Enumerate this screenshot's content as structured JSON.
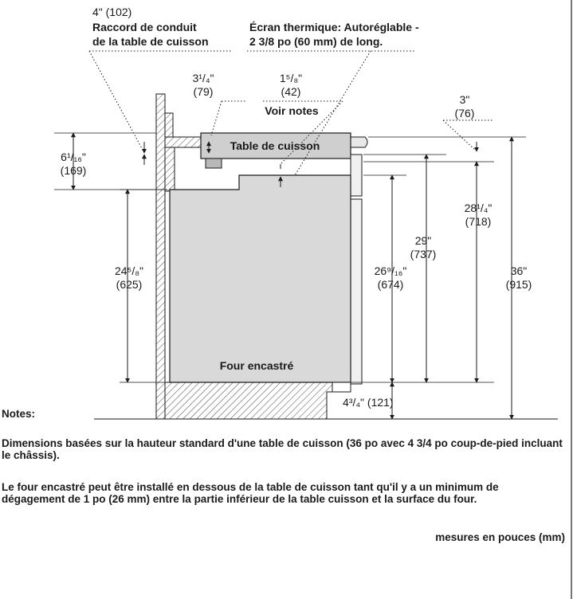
{
  "callouts": {
    "duct_dim": "4\" (102)",
    "duct_line1": "Raccord de conduit",
    "duct_line2": "de la table de cuisson",
    "shield_line1": "Écran thermique: Autoréglable -",
    "shield_line2": "2 3/8 po (60 mm) de long."
  },
  "dims": {
    "d_3_1_4": "3¹/₄\"",
    "d_79": "(79)",
    "d_1_5_8": "1⁵/₈\"",
    "d_42": "(42)",
    "voir_notes": "Voir notes",
    "d_3": "3\"",
    "d_76": "(76)",
    "d_6_1_16": "6¹/₁₆\"",
    "d_169": "(169)",
    "d_28_1_4": "28¹/₄\"",
    "d_718": "(718)",
    "d_29": "29\"",
    "d_737": "(737)",
    "d_36": "36\"",
    "d_915": "(915)",
    "d_24_5_8": "24⁵/₈\"",
    "d_625": "(625)",
    "d_26_9_16": "26⁹/₁₆\"",
    "d_674": "(674)",
    "d_4_3_4": "4³/₄\" (121)"
  },
  "components": {
    "cooktop": "Table de cuisson",
    "oven": "Four encastré"
  },
  "notes": {
    "heading": "Notes:",
    "note1": "Dimensions basées sur la hauteur standard d'une table de cuisson (36 po avec 4 3/4 po coup-de-pied incluant le châssis).",
    "note2": "Le four encastré peut être installé en dessous de la table de cuisson tant qu'il y a un minimum de dégagement de 1 po (26 mm) entre la partie inférieur de la table cuisson et la surface du four.",
    "units": "mesures en pouces (mm)"
  },
  "colors": {
    "oven_fill": "#d9d9d9",
    "cooktop_fill": "#cfcfcf",
    "line": "#1a1a1a"
  }
}
